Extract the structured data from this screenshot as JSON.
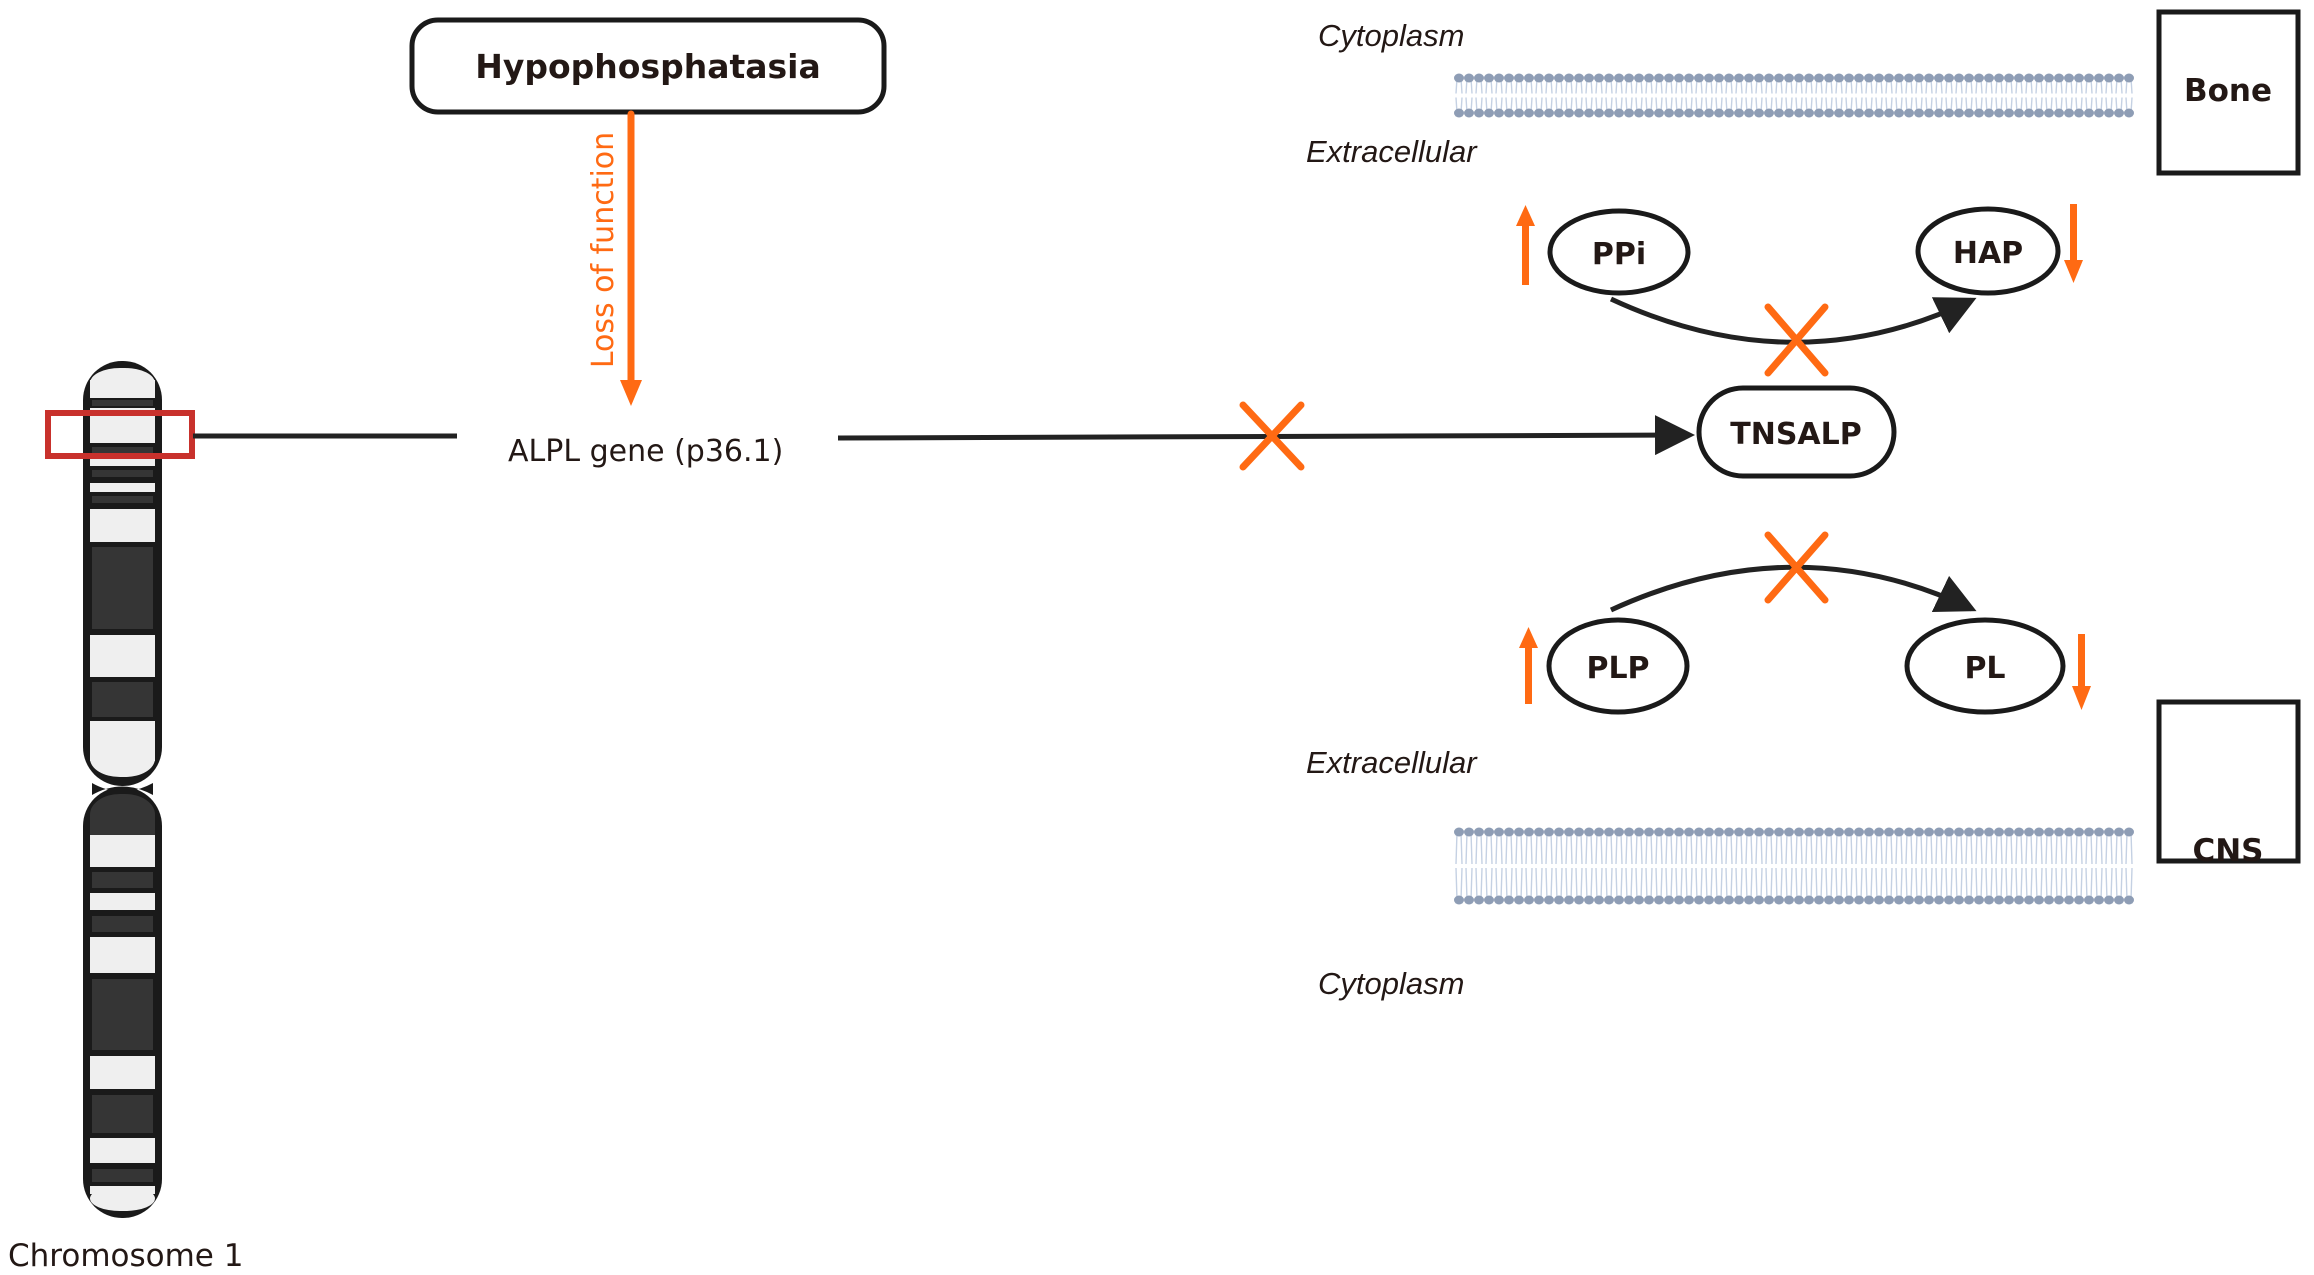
{
  "disease": {
    "label": "Hypophosphatasia",
    "relation_label": "Loss of function"
  },
  "chromosome": {
    "label": "Chromosome 1",
    "highlighted_region": "p36.1"
  },
  "gene": {
    "label": "ALPL gene (p36.1)"
  },
  "enzyme": {
    "label": "TNSALP",
    "inhibited": true
  },
  "bone_pathway": {
    "compartment_top": "Cytoplasm",
    "compartment_bottom": "Extracellular",
    "tissue": "Bone",
    "substrate": {
      "label": "PPi",
      "trend": "up"
    },
    "product": {
      "label": "HAP",
      "trend": "down"
    },
    "blocked": true
  },
  "cns_pathway": {
    "compartment_top": "Extracellular",
    "compartment_bottom": "Cytoplasm",
    "tissue": "CNS",
    "substrate": {
      "label": "PLP",
      "trend": "up"
    },
    "product": {
      "label": "PL",
      "trend": "down"
    },
    "blocked": true
  },
  "colors": {
    "accent": "#ff6a13",
    "highlight_box": "#c8312c",
    "membrane": "#8e9db5",
    "text": "#231815"
  }
}
